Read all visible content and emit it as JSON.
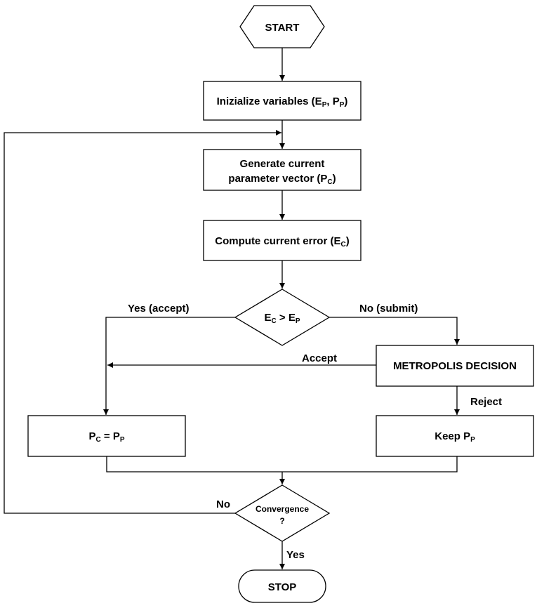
{
  "nodes": {
    "start": {
      "label": "START"
    },
    "init": {
      "label": "Inizialize variables (E",
      "sub1": "P",
      "mid": ", P",
      "sub2": "P",
      "end": ")"
    },
    "generate": {
      "line1": "Generate current",
      "line2": "parameter vector (P",
      "sub": "C",
      "end": ")"
    },
    "compute": {
      "label": "Compute current error (E",
      "sub": "C",
      "end": ")"
    },
    "compare": {
      "e1": "E",
      "sub1": "C",
      "op": " > E",
      "sub2": "P"
    },
    "metropolis": {
      "label": "METROPOLIS DECISION"
    },
    "assign": {
      "p1": "P",
      "sub1": "C",
      "eq": " = P",
      "sub2": "P"
    },
    "keep": {
      "label": "Keep P",
      "sub": "P"
    },
    "convergence": {
      "line1": "Convergence",
      "line2": "?"
    },
    "stop": {
      "label": "STOP"
    }
  },
  "edges": {
    "yes_accept": "Yes (accept)",
    "no_submit": "No (submit)",
    "accept": "Accept",
    "reject": "Reject",
    "no": "No",
    "yes": "Yes"
  },
  "colors": {
    "stroke": "#000000",
    "fill": "#ffffff"
  }
}
